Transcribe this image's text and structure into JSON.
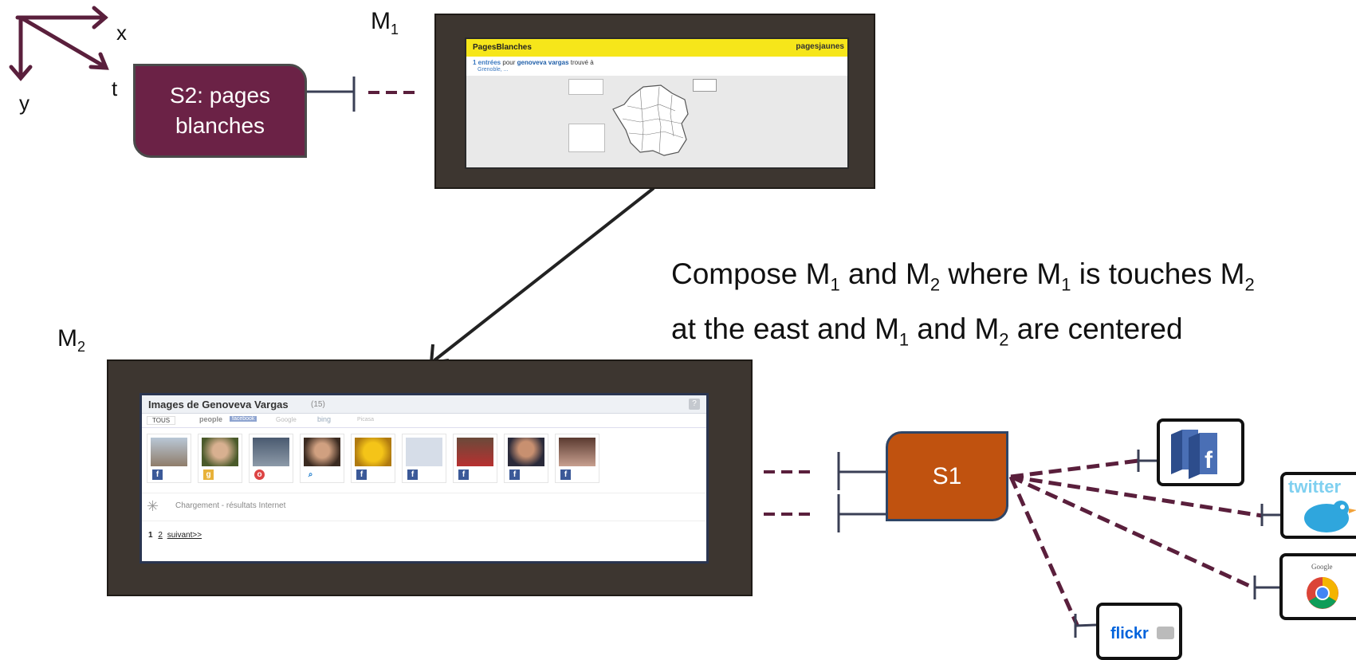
{
  "axes": {
    "x_label": "x",
    "y_label": "y",
    "t_label": "t"
  },
  "m1": {
    "label_main": "M",
    "label_sub": "1",
    "screenshot": {
      "brand_left": "PagesBlanches",
      "brand_right": "pagesjaunes",
      "result_count": "1 entrées",
      "result_text": " pour ",
      "result_name": "genoveva vargas",
      "result_suffix": " trouvé à",
      "result_city": "Grenoble, ..."
    }
  },
  "m2": {
    "label_main": "M",
    "label_sub": "2",
    "screenshot": {
      "title": "Images de Genoveva Vargas",
      "count": "(15)",
      "help": "?",
      "tabs": [
        "TOUS",
        "people",
        "facebook",
        "Google",
        "bing",
        "Picasa"
      ],
      "loading_text": "Chargement - résultats Internet",
      "pager_current": "1",
      "pager_next_page": "2",
      "pager_next": "suivant>>"
    }
  },
  "s2": {
    "line1": "S2: pages",
    "line2": "blanches"
  },
  "s1": {
    "label": "S1"
  },
  "caption": {
    "line1": [
      {
        "t": "Compose M"
      },
      {
        "sub": "1"
      },
      {
        "t": " and M"
      },
      {
        "sub": "2"
      },
      {
        "t": " where M"
      },
      {
        "sub": "1"
      },
      {
        "t": " is touches M"
      },
      {
        "sub": "2"
      }
    ],
    "line2": [
      {
        "t": "at the east and M"
      },
      {
        "sub": "1"
      },
      {
        "t": " and M"
      },
      {
        "sub": "2"
      },
      {
        "t": " are centered"
      }
    ]
  },
  "services": {
    "twitter": "twitter",
    "google": "Google",
    "flickr": "flickr"
  },
  "colors": {
    "s2_fill": "#6b2246",
    "s1_fill": "#c0520f",
    "frame": "#3d3630",
    "dashed_link": "#5a1f3c"
  }
}
